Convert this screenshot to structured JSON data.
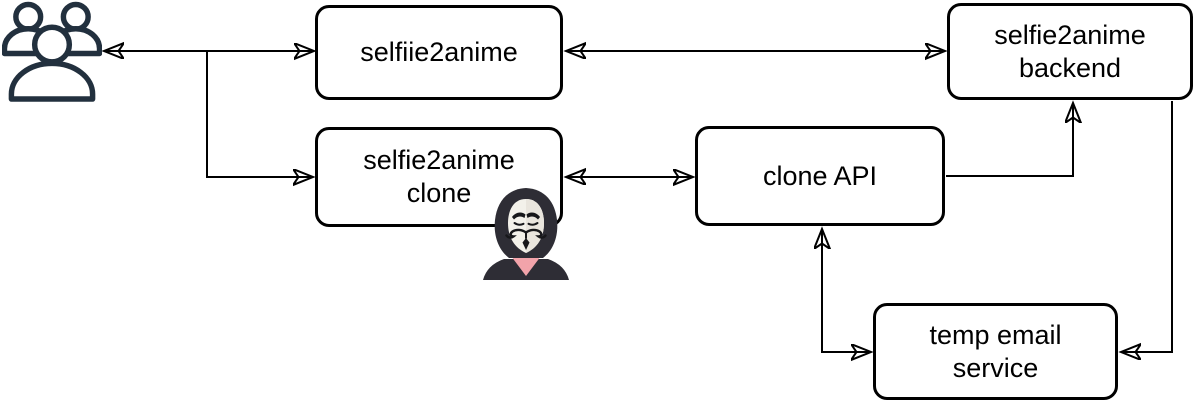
{
  "diagram": {
    "nodes": {
      "app": {
        "label": "selfiie2anime"
      },
      "backend": {
        "label": "selfie2anime\nbackend"
      },
      "clone": {
        "label": "selfie2anime\nclone"
      },
      "clone_api": {
        "label": "clone API"
      },
      "temp_email": {
        "label": "temp email\nservice"
      }
    },
    "icons": {
      "users": "users-group-icon",
      "hacker": "anonymous-hacker-mask-icon"
    },
    "edges": [
      {
        "from": "users",
        "to": "selfiie2anime",
        "direction": "bidirectional"
      },
      {
        "from": "selfiie2anime",
        "to": "selfie2anime backend",
        "direction": "bidirectional"
      },
      {
        "from": "users",
        "to": "selfie2anime clone",
        "direction": "one-way"
      },
      {
        "from": "selfie2anime clone",
        "to": "clone API",
        "direction": "bidirectional"
      },
      {
        "from": "clone API",
        "to": "selfie2anime backend",
        "direction": "one-way"
      },
      {
        "from": "clone API",
        "to": "temp email service",
        "direction": "bidirectional"
      },
      {
        "from": "selfie2anime backend",
        "to": "temp email service",
        "direction": "one-way"
      }
    ],
    "colors": {
      "node_border": "#000000",
      "node_fill": "#ffffff",
      "edge": "#000000",
      "text": "#000000",
      "users_icon": "#22303e",
      "hacker_hood": "#2e2d35",
      "hacker_mask": "#f3f1ea",
      "hacker_mask_shade": "#e9e5dd",
      "hacker_collar": "#f2a3aa"
    }
  }
}
